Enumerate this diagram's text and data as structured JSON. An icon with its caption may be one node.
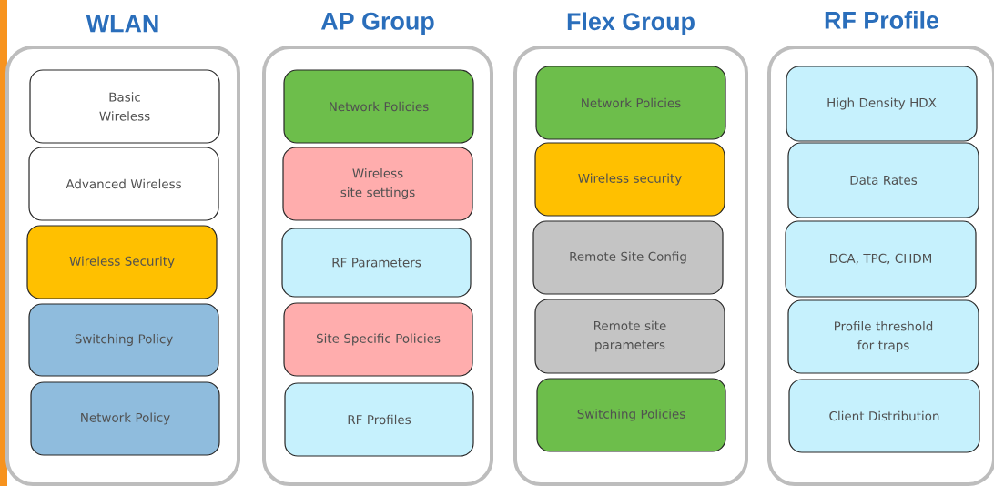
{
  "diagram": {
    "nodes": [
      {
        "text": [
          "WLAN"
        ]
      },
      {
        "text": [
          "Basic Wireless"
        ],
        "in": 0
      },
      {
        "text": [
          "Advanced Wireless"
        ],
        "in": 0
      },
      {
        "text": [
          "Wireless Security"
        ],
        "in": 0
      },
      {
        "text": [
          "Switching Policy"
        ],
        "in": 0
      },
      {
        "text": [
          "Network Policy"
        ],
        "in": 0
      },
      {
        "text": [
          "AP Group"
        ]
      },
      {
        "text": [
          "Network Policies"
        ],
        "in": 6
      },
      {
        "text": [
          "Wireless site settings"
        ],
        "in": 6
      },
      {
        "text": [
          "RF Parameters"
        ],
        "in": 6
      },
      {
        "text": [
          "Site Specific Policies"
        ],
        "in": 6
      },
      {
        "text": [
          "RF Profiles"
        ],
        "in": 6
      },
      {
        "text": [
          "Flex Group"
        ]
      },
      {
        "text": [
          "Network Policies"
        ],
        "in": 12
      },
      {
        "text": [
          "Wireless security"
        ],
        "in": 12
      },
      {
        "text": [
          "Remote Site Config"
        ],
        "in": 12
      },
      {
        "text": [
          "Remote site parameters"
        ],
        "in": 12
      },
      {
        "text": [
          "Switching Policies"
        ],
        "in": 12
      },
      {
        "text": [
          "RF Profile"
        ]
      },
      {
        "text": [
          "High Density HDX"
        ],
        "in": 18
      },
      {
        "text": [
          "Data Rates"
        ],
        "in": 18
      },
      {
        "text": [
          "DCA, TPC, CHDM"
        ],
        "in": 18
      },
      {
        "text": [
          "Profile threshold for traps"
        ],
        "in": 18
      },
      {
        "text": [
          "Client Distribution"
        ],
        "in": 18
      }
    ]
  }
}
